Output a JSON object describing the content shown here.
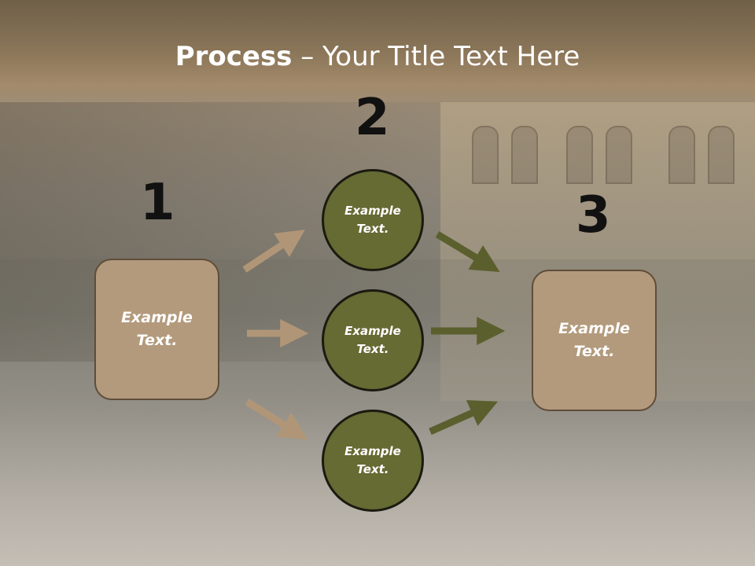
{
  "slide": {
    "title_bold": "Process",
    "title_rest": " – Your Title Text Here"
  },
  "steps": {
    "step1": {
      "number": "1",
      "text": "Example\nText."
    },
    "step2": {
      "number": "2",
      "circles": [
        {
          "text": "Example\nText."
        },
        {
          "text": "Example\nText."
        },
        {
          "text": "Example\nText."
        }
      ]
    },
    "step3": {
      "number": "3",
      "text": "Example\nText."
    }
  },
  "colors": {
    "box_fill": "#b39a7c",
    "circle_fill": "#666a33",
    "arrow_tan": "#b09677",
    "arrow_olive": "#5b5f2e"
  }
}
